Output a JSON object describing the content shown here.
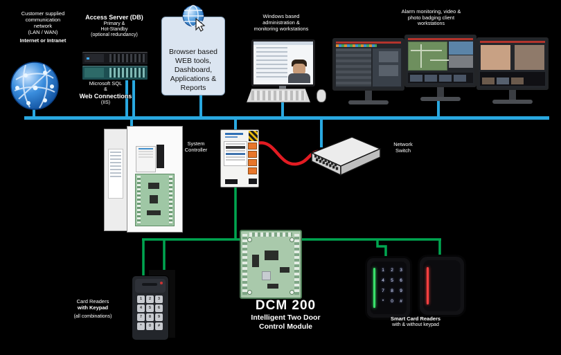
{
  "colors": {
    "bus_blue": "#29A8E0",
    "wire_green": "#00A550",
    "cable_red": "#E21B22"
  },
  "top": {
    "internet": {
      "label_lines": [
        "Customer supplied",
        "communication",
        "network",
        "(LAN / WAN)",
        "Internet or Intranet"
      ]
    },
    "servers": {
      "title": "Access Server (DB)",
      "subtitle_lines": [
        "Primary &",
        "Hot-Standby",
        "(optional redundancy)"
      ],
      "bottom_lines": [
        "Microsoft SQL",
        "&",
        "Web Connections",
        "(IIS)"
      ]
    },
    "browser_box": {
      "lines": [
        "Browser based",
        "WEB tools,",
        "Dashboard,",
        "Applications &",
        "Reports"
      ]
    },
    "workstation": {
      "label_lines": [
        "Windows based",
        "administration &",
        "monitoring workstations"
      ]
    },
    "video_wall": {
      "label_lines": [
        "Alarm monitoring, video &",
        "photo badging client",
        "workstations"
      ]
    }
  },
  "middle": {
    "controller_module": {
      "label_lines": [
        "System",
        "Controller"
      ]
    },
    "network_switch": {
      "label_lines": [
        "Network",
        "Switch"
      ]
    }
  },
  "bottom": {
    "dcm": {
      "title": "DCM 200",
      "subtitle_lines": [
        "Intelligent Two Door",
        "Control Module"
      ]
    },
    "left_readers": {
      "label_lines": [
        "Card Readers",
        "with Keypad",
        "(all combinations)"
      ]
    },
    "right_readers": {
      "label_lines": [
        "Smart Card Readers",
        "with & without keypad"
      ]
    },
    "keypad_digits": [
      "1",
      "2",
      "3",
      "4",
      "5",
      "6",
      "7",
      "8",
      "9",
      "*",
      "0",
      "#"
    ]
  }
}
